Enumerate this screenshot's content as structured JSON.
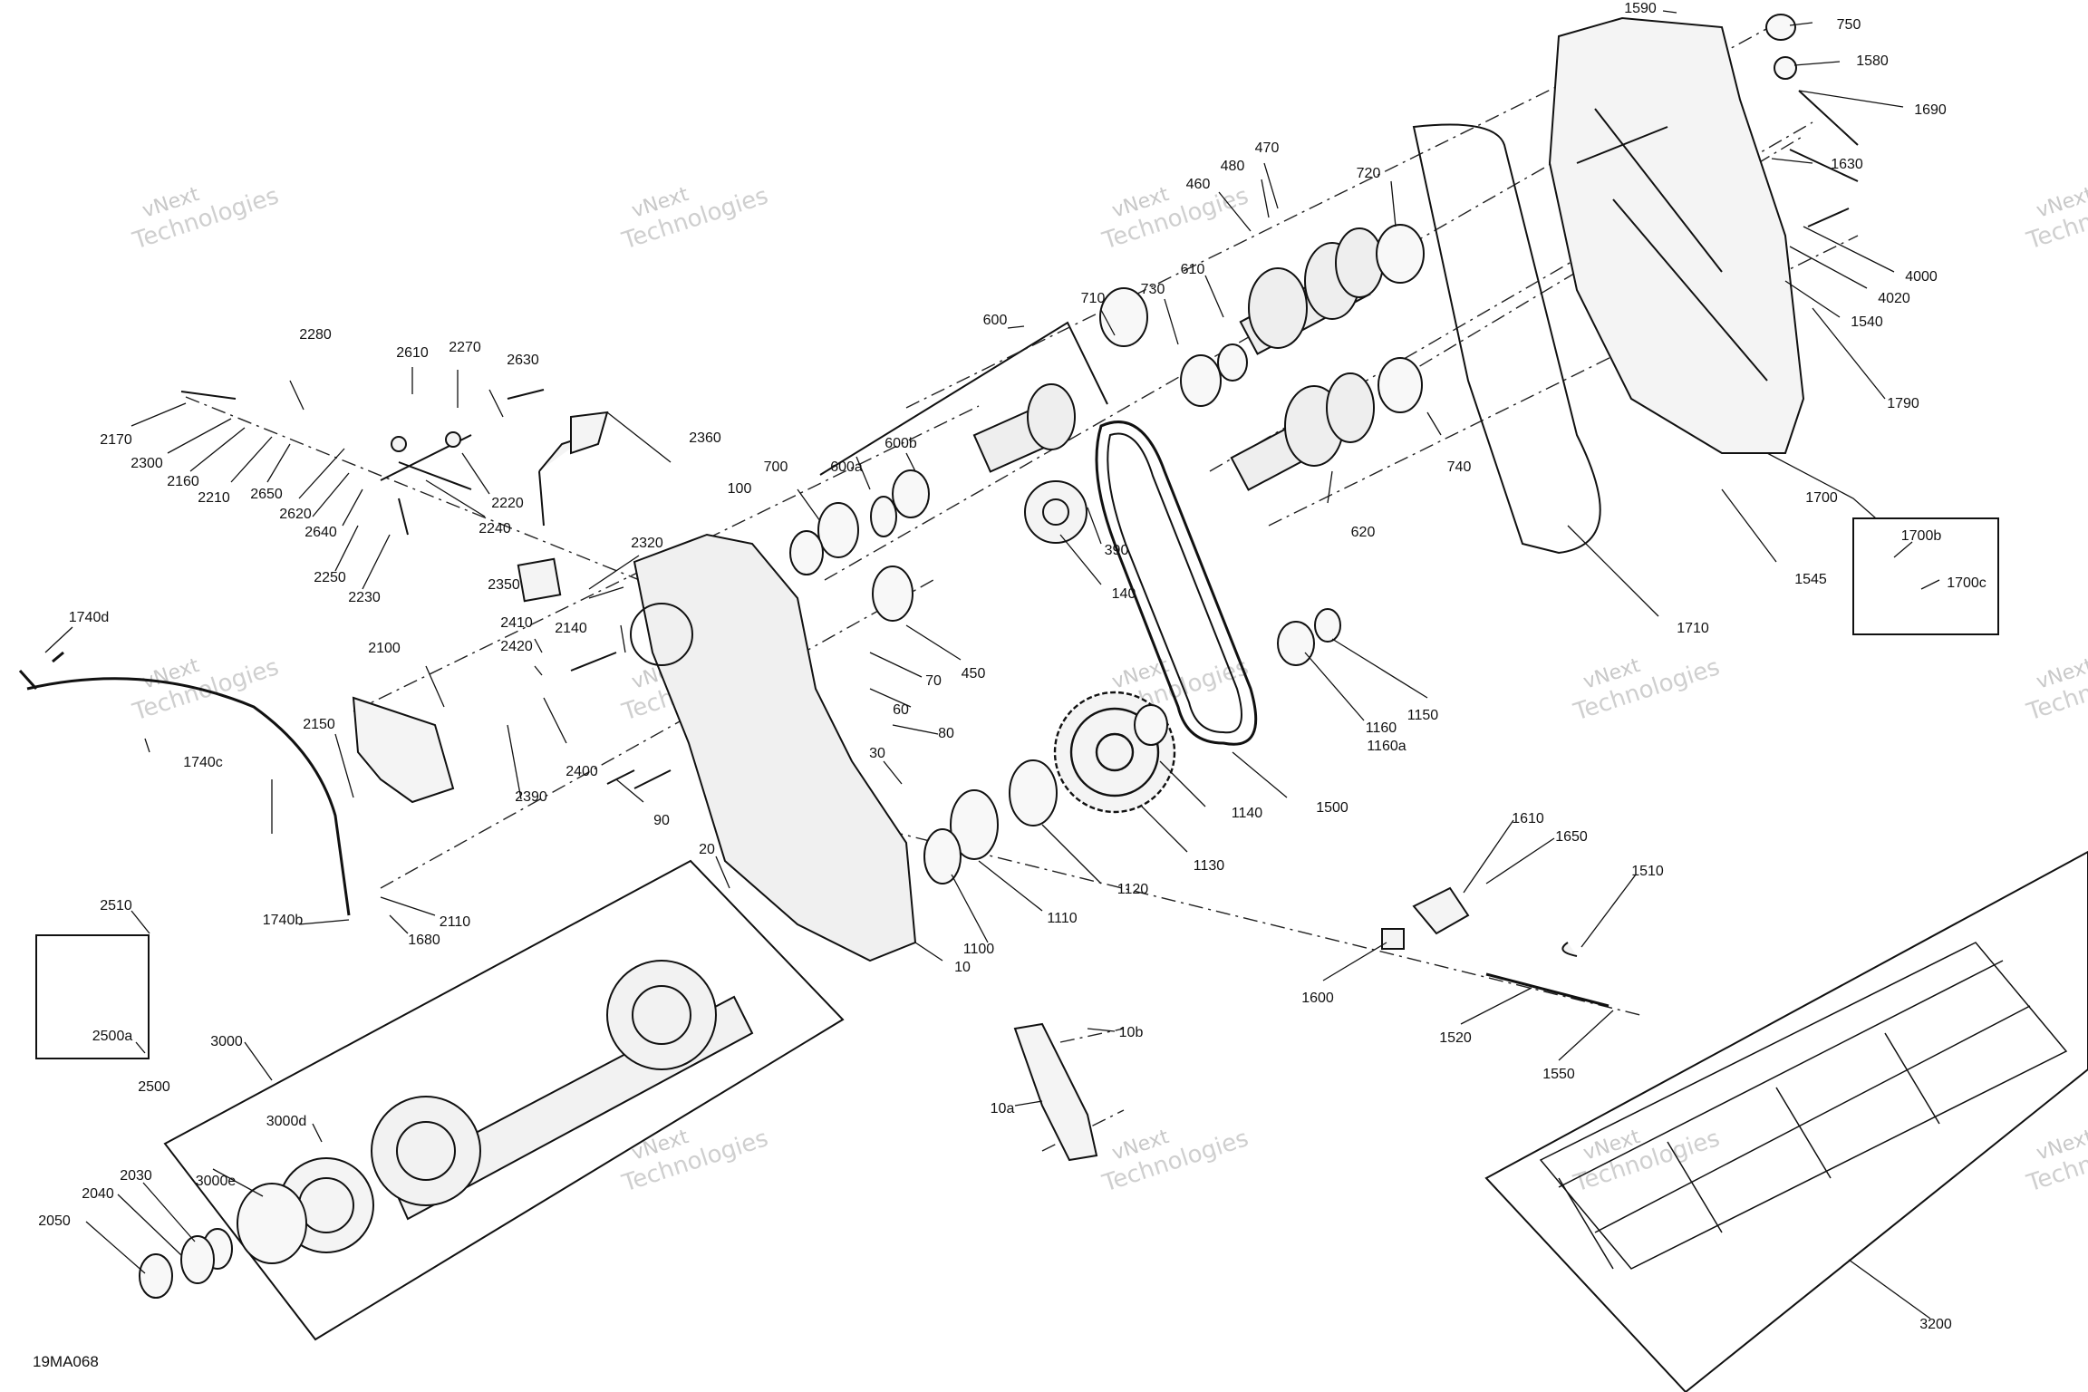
{
  "diagram_code": "19MA068",
  "watermark": {
    "line1": "vNext",
    "line2": "Technologies"
  },
  "part_labels": [
    "1590",
    "750",
    "1580",
    "1690",
    "1630",
    "4000",
    "4020",
    "1540",
    "1790",
    "1700",
    "1700b",
    "1700c",
    "1545",
    "1710",
    "470",
    "480",
    "460",
    "720",
    "710",
    "730",
    "610",
    "600",
    "600a",
    "600b",
    "700",
    "100",
    "740",
    "620",
    "390",
    "140",
    "450",
    "70",
    "60",
    "80",
    "30",
    "90",
    "20",
    "10",
    "1150",
    "1160",
    "1160a",
    "1500",
    "1140",
    "1130",
    "1120",
    "1110",
    "1100",
    "2320",
    "2350",
    "2360",
    "2140",
    "2410",
    "2420",
    "2400",
    "2390",
    "2100",
    "2150",
    "2110",
    "1680",
    "1740b",
    "1740c",
    "1740d",
    "2170",
    "2280",
    "2610",
    "2270",
    "2630",
    "2300",
    "2160",
    "2210",
    "2650",
    "2620",
    "2640",
    "2220",
    "2240",
    "2250",
    "2230",
    "2510",
    "2500a",
    "2500",
    "3000",
    "3000d",
    "3000e",
    "2030",
    "2040",
    "2050",
    "1610",
    "1650",
    "1510",
    "1600",
    "1520",
    "1550",
    "10b",
    "10a",
    "3200"
  ]
}
